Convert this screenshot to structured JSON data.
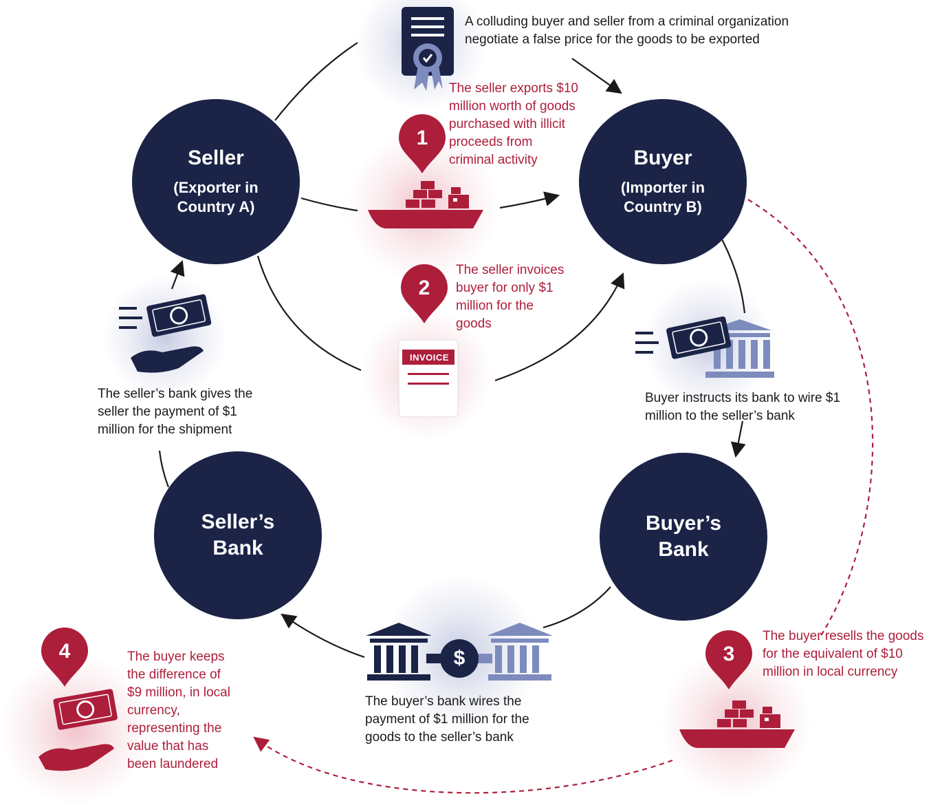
{
  "nodes": {
    "seller": {
      "title": "Seller",
      "subtitle": "(Exporter in Country A)"
    },
    "buyer": {
      "title": "Buyer",
      "subtitle": "(Importer in Country B)"
    },
    "sellers_bank": {
      "title": "Seller’s Bank"
    },
    "buyers_bank": {
      "title": "Buyer’s Bank"
    }
  },
  "captions": {
    "negotiate": "A colluding buyer and seller from a criminal organization negotiate a false price for the goods to be exported",
    "step1": "The seller exports $10 million worth of goods purchased with illicit proceeds from criminal activity",
    "step2": "The seller invoices buyer for only $1 million for the goods",
    "wire_instruct": "Buyer instructs its bank to wire $1 million to the seller’s bank",
    "bank_wire": "The buyer’s bank wires the payment of $1 million for the goods to the seller’s bank",
    "seller_paid": "The seller’s bank gives the seller the payment of $1 million for the shipment",
    "step3": "The buyer resells the goods for the equivalent of $10 million in local currency",
    "step4": "The buyer keeps the difference of $9 million, in local currency, representing the value that has been laundered"
  },
  "steps": [
    "1",
    "2",
    "3",
    "4"
  ],
  "invoice_label": "INVOICE",
  "dollar_sign": "$",
  "colors": {
    "navy": "#1b2447",
    "red": "#ad1e3b",
    "light_blue": "#7d8bbd",
    "arrow": "#1a1a1a"
  },
  "icons": [
    "certificate-icon",
    "cargo-ship-icon",
    "invoice-icon",
    "map-pin-icon",
    "money-hand-icon",
    "money-bank-icon",
    "bank-transfer-icon"
  ]
}
